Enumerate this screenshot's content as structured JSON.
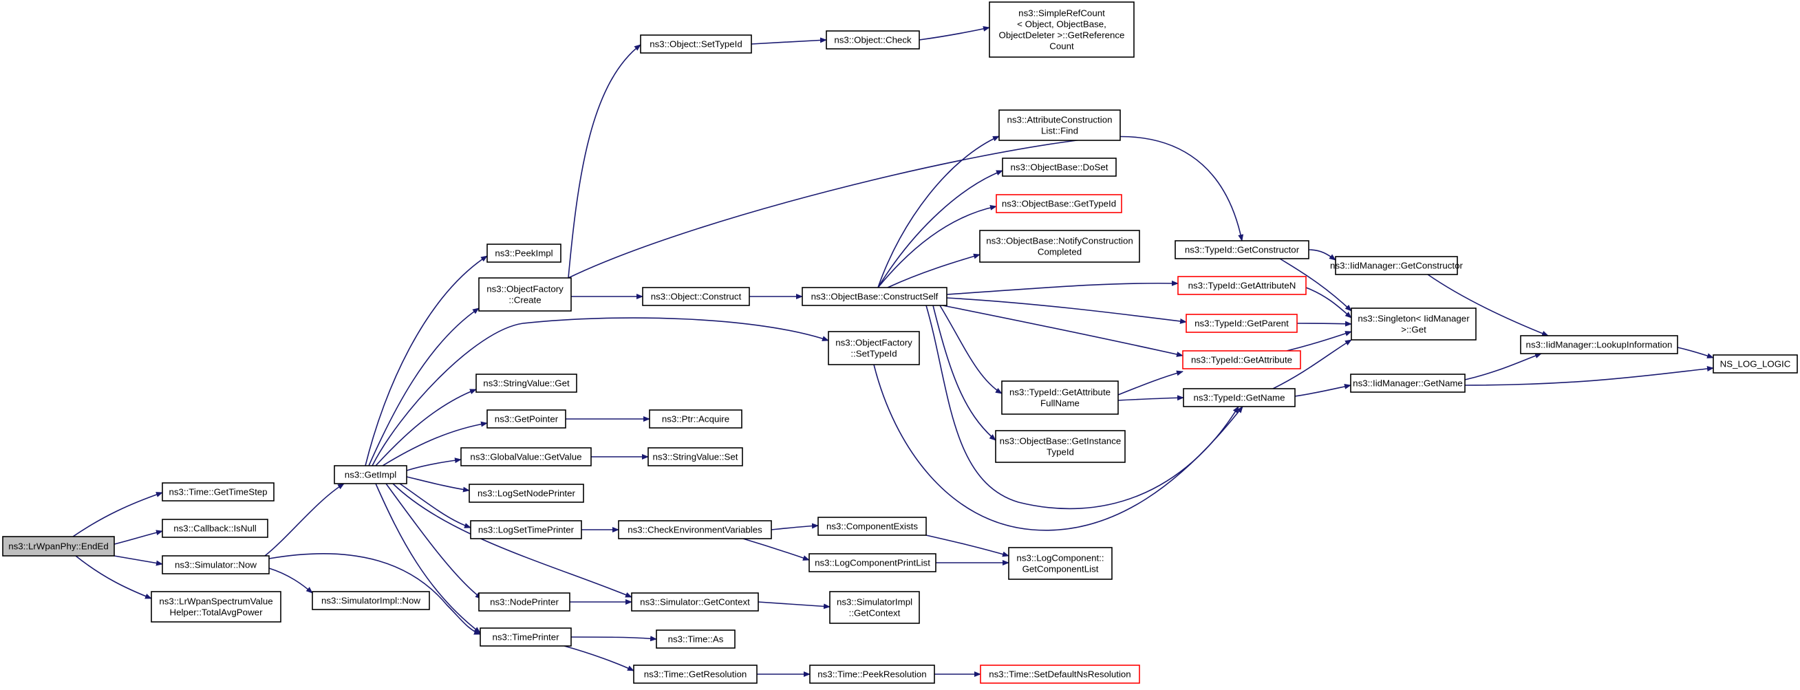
{
  "graph": {
    "edge_color": "#191970",
    "truncated_border_color": "#ff0000",
    "root_fill": "#bfbfbf",
    "nodes": [
      {
        "id": "n0",
        "lines": [
          "ns3::LrWpanPhy::EndEd"
        ],
        "root": true
      },
      {
        "id": "n1",
        "lines": [
          "ns3::Time::GetTimeStep"
        ]
      },
      {
        "id": "n2",
        "lines": [
          "ns3::Callback::IsNull"
        ]
      },
      {
        "id": "n3",
        "lines": [
          "ns3::Simulator::Now"
        ]
      },
      {
        "id": "n4",
        "lines": [
          "ns3::LrWpanSpectrumValue",
          "Helper::TotalAvgPower"
        ]
      },
      {
        "id": "n5",
        "lines": [
          "ns3::SimulatorImpl::Now"
        ]
      },
      {
        "id": "n6",
        "lines": [
          "ns3::GetImpl"
        ]
      },
      {
        "id": "n7",
        "lines": [
          "ns3::TimePrinter"
        ]
      },
      {
        "id": "n8",
        "lines": [
          "ns3::PeekImpl"
        ]
      },
      {
        "id": "n9",
        "lines": [
          "ns3::ObjectFactory",
          "::Create"
        ]
      },
      {
        "id": "n10",
        "lines": [
          "ns3::StringValue::Get"
        ]
      },
      {
        "id": "n11",
        "lines": [
          "ns3::GetPointer"
        ]
      },
      {
        "id": "n12",
        "lines": [
          "ns3::GlobalValue::GetValue"
        ]
      },
      {
        "id": "n13",
        "lines": [
          "ns3::LogSetNodePrinter"
        ]
      },
      {
        "id": "n14",
        "lines": [
          "ns3::LogSetTimePrinter"
        ]
      },
      {
        "id": "n15",
        "lines": [
          "ns3::NodePrinter"
        ]
      },
      {
        "id": "n16",
        "lines": [
          "ns3::Object::SetTypeId"
        ]
      },
      {
        "id": "n17",
        "lines": [
          "ns3::Object::Construct"
        ]
      },
      {
        "id": "n18",
        "lines": [
          "ns3::Ptr::Acquire"
        ]
      },
      {
        "id": "n19",
        "lines": [
          "ns3::StringValue::Set"
        ]
      },
      {
        "id": "n20",
        "lines": [
          "ns3::CheckEnvironmentVariables"
        ]
      },
      {
        "id": "n21",
        "lines": [
          "ns3::Simulator::GetContext"
        ]
      },
      {
        "id": "n22",
        "lines": [
          "ns3::Time::As"
        ]
      },
      {
        "id": "n23",
        "lines": [
          "ns3::Time::GetResolution"
        ]
      },
      {
        "id": "n24",
        "lines": [
          "ns3::Object::Check"
        ]
      },
      {
        "id": "n25",
        "lines": [
          "ns3::ObjectBase::ConstructSelf"
        ]
      },
      {
        "id": "n26",
        "lines": [
          "ns3::ObjectFactory",
          "::SetTypeId"
        ]
      },
      {
        "id": "n27",
        "lines": [
          "ns3::ComponentExists"
        ]
      },
      {
        "id": "n28",
        "lines": [
          "ns3::LogComponentPrintList"
        ]
      },
      {
        "id": "n29",
        "lines": [
          "ns3::SimulatorImpl",
          "::GetContext"
        ]
      },
      {
        "id": "n30",
        "lines": [
          "ns3::Time::PeekResolution"
        ]
      },
      {
        "id": "n31",
        "lines": [
          "ns3::SimpleRefCount",
          "< Object, ObjectBase,",
          "ObjectDeleter >::GetReference",
          "Count"
        ]
      },
      {
        "id": "n32",
        "lines": [
          "ns3::AttributeConstruction",
          "List::Find"
        ]
      },
      {
        "id": "n33",
        "lines": [
          "ns3::ObjectBase::DoSet"
        ]
      },
      {
        "id": "n34",
        "lines": [
          "ns3::ObjectBase::GetTypeId"
        ],
        "truncated": true
      },
      {
        "id": "n35",
        "lines": [
          "ns3::ObjectBase::NotifyConstruction",
          "Completed"
        ]
      },
      {
        "id": "n36",
        "lines": [
          "ns3::TypeId::GetAttribute",
          "FullName"
        ]
      },
      {
        "id": "n37",
        "lines": [
          "ns3::ObjectBase::GetInstance",
          "TypeId"
        ]
      },
      {
        "id": "n38",
        "lines": [
          "ns3::LogComponent::",
          "GetComponentList"
        ]
      },
      {
        "id": "n39",
        "lines": [
          "ns3::Time::SetDefaultNsResolution"
        ],
        "truncated": true
      },
      {
        "id": "n40",
        "lines": [
          "ns3::TypeId::GetConstructor"
        ]
      },
      {
        "id": "n41",
        "lines": [
          "ns3::TypeId::GetAttributeN"
        ],
        "truncated": true
      },
      {
        "id": "n42",
        "lines": [
          "ns3::TypeId::GetParent"
        ],
        "truncated": true
      },
      {
        "id": "n43",
        "lines": [
          "ns3::TypeId::GetAttribute"
        ],
        "truncated": true
      },
      {
        "id": "n44",
        "lines": [
          "ns3::TypeId::GetName"
        ]
      },
      {
        "id": "n45",
        "lines": [
          "ns3::IidManager::GetConstructor"
        ]
      },
      {
        "id": "n46",
        "lines": [
          "ns3::Singleton< IidManager",
          ">::Get"
        ]
      },
      {
        "id": "n47",
        "lines": [
          "ns3::IidManager::GetName"
        ]
      },
      {
        "id": "n48",
        "lines": [
          "ns3::IidManager::LookupInformation"
        ]
      },
      {
        "id": "n49",
        "lines": [
          "NS_LOG_LOGIC"
        ]
      }
    ]
  }
}
